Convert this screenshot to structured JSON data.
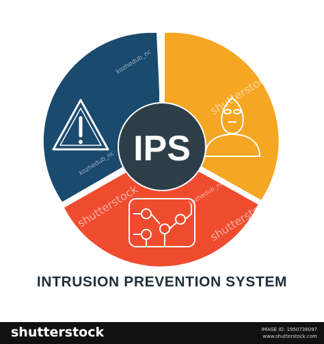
{
  "diagram": {
    "center_label": "IPS",
    "caption": "INTRUSION PREVENTION SYSTEM",
    "segments": [
      {
        "name": "warning",
        "color": "#1a4a6e",
        "icon": "warning-triangle-icon"
      },
      {
        "name": "intruder",
        "color": "#f5a623",
        "icon": "masked-intruder-icon"
      },
      {
        "name": "circuit",
        "color": "#ef4c2f",
        "icon": "circuit-chip-icon"
      }
    ],
    "center_color": "#2d3e48"
  },
  "watermarks": {
    "author": "kozhedub_nc",
    "site": "shutterstock"
  },
  "footer": {
    "brand": "shutterstock",
    "image_id_line": "IMAGE ID: 1950738097",
    "site_line": "www.shutterstock.com"
  }
}
